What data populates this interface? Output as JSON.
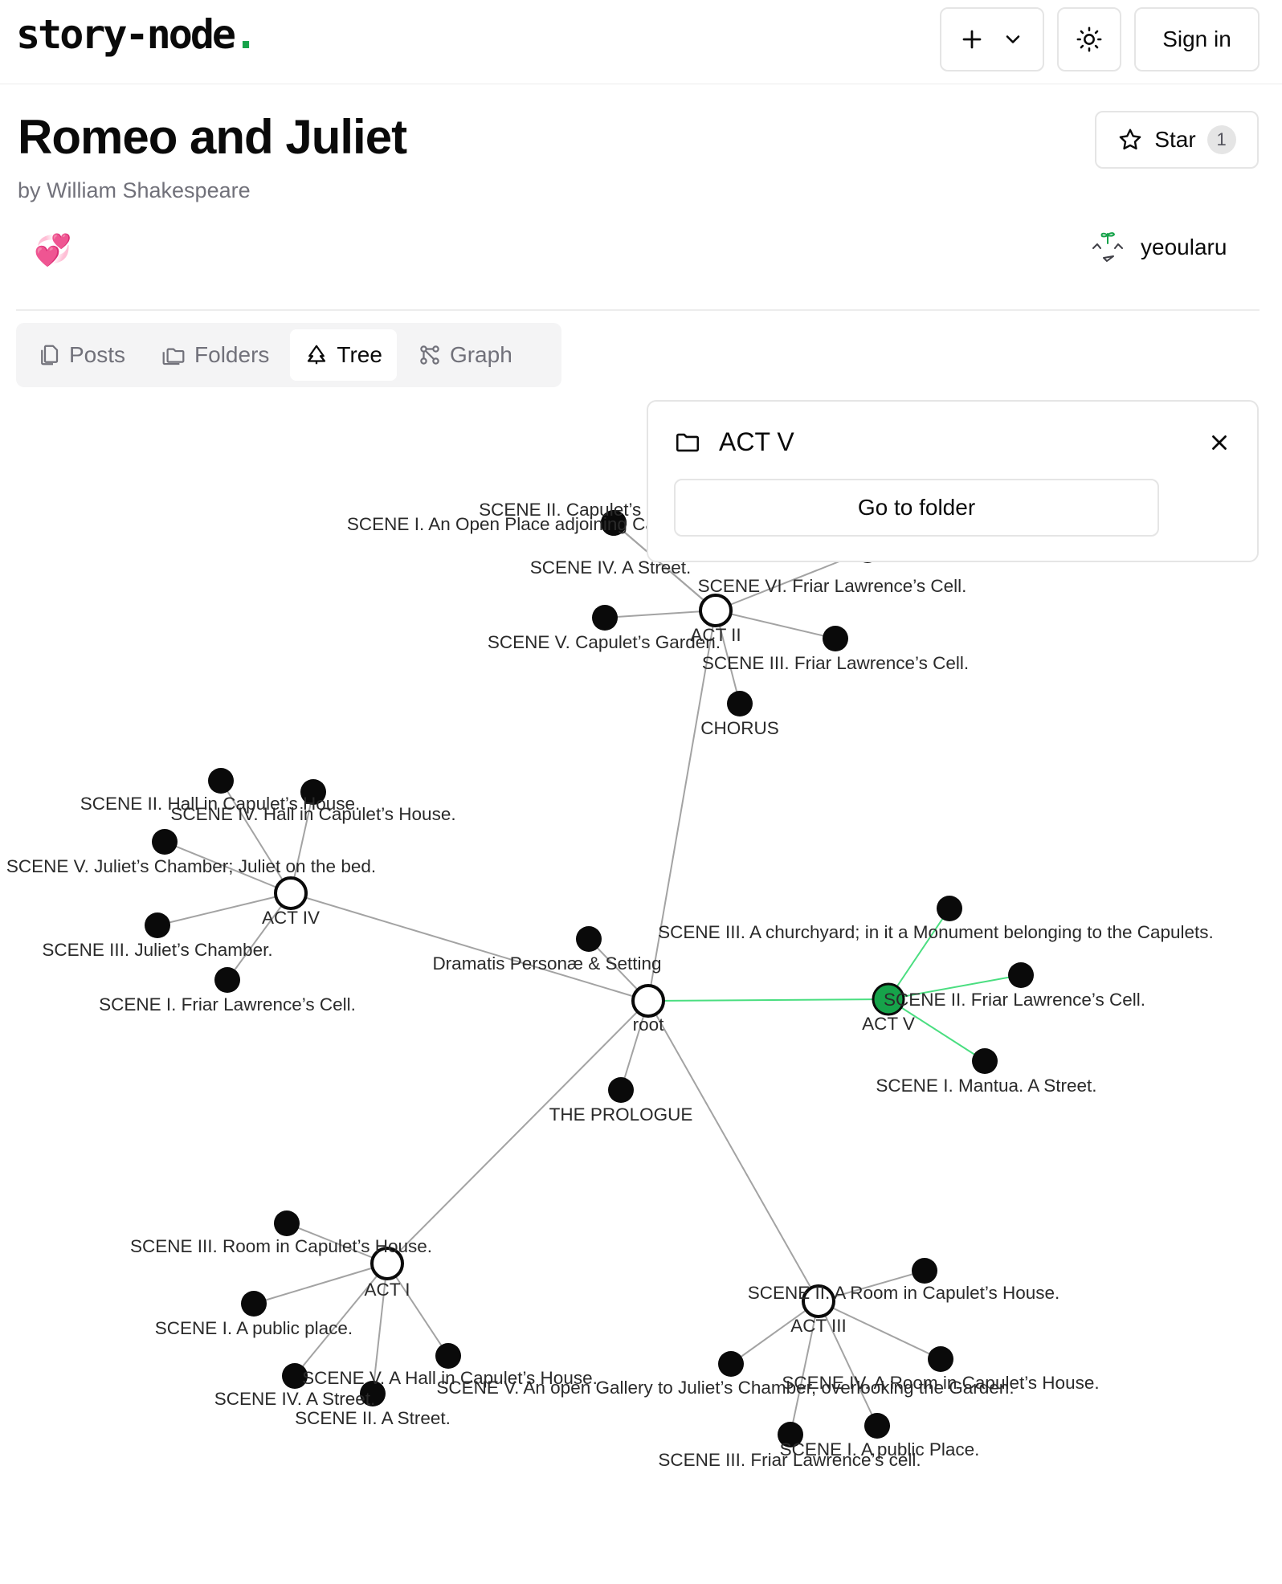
{
  "header": {
    "logo_text": "story-node",
    "logo_dot": ".",
    "new_icon": "plus-icon",
    "theme_icon": "sun-icon",
    "sign_in_label": "Sign in"
  },
  "story": {
    "title": "Romeo and Juliet",
    "author": "by William Shakespeare",
    "emoji": "💞",
    "star_label": "Star",
    "star_count": "1",
    "owner": "yeoularu"
  },
  "tabs": [
    {
      "label": "Posts",
      "icon": "file-icon",
      "active": false
    },
    {
      "label": "Folders",
      "icon": "folder-icon",
      "active": false
    },
    {
      "label": "Tree",
      "icon": "tree-icon",
      "active": true
    },
    {
      "label": "Graph",
      "icon": "graph-icon",
      "active": false
    }
  ],
  "popover": {
    "title": "ACT V",
    "button_label": "Go to folder"
  },
  "graph": {
    "nodes": [
      {
        "id": "root",
        "label": "root",
        "type": "folder"
      },
      {
        "id": "dp",
        "label": "Dramatis Personæ & Setting",
        "type": "post"
      },
      {
        "id": "prologue",
        "label": "THE PROLOGUE",
        "type": "post"
      },
      {
        "id": "act1",
        "label": "ACT I",
        "type": "folder"
      },
      {
        "id": "a1s1",
        "label": "SCENE I. A public place.",
        "type": "post"
      },
      {
        "id": "a1s2",
        "label": "SCENE II. A Street.",
        "type": "post"
      },
      {
        "id": "a1s3",
        "label": "SCENE III. Room in Capulet’s House.",
        "type": "post"
      },
      {
        "id": "a1s4",
        "label": "SCENE IV. A Street.",
        "type": "post"
      },
      {
        "id": "a1s5",
        "label": "SCENE V. A Hall in Capulet’s House.",
        "type": "post"
      },
      {
        "id": "act2",
        "label": "ACT II",
        "type": "folder"
      },
      {
        "id": "chorus",
        "label": "CHORUS",
        "type": "post"
      },
      {
        "id": "a2s1",
        "label": "SCENE I. An Open Place adjoining Capulet’s Garden.",
        "type": "post"
      },
      {
        "id": "a2s2",
        "label": "SCENE II. Capulet’s Garden.",
        "type": "post"
      },
      {
        "id": "a2s3",
        "label": "SCENE III. Friar Lawrence’s Cell.",
        "type": "post"
      },
      {
        "id": "a2s4",
        "label": "SCENE IV. A Street.",
        "type": "post"
      },
      {
        "id": "a2s5",
        "label": "SCENE V. Capulet’s Garden.",
        "type": "post"
      },
      {
        "id": "a2s6",
        "label": "SCENE VI. Friar Lawrence’s Cell.",
        "type": "post"
      },
      {
        "id": "act3",
        "label": "ACT III",
        "type": "folder"
      },
      {
        "id": "a3s1",
        "label": "SCENE I. A public Place.",
        "type": "post"
      },
      {
        "id": "a3s2",
        "label": "SCENE II. A Room in Capulet’s House.",
        "type": "post"
      },
      {
        "id": "a3s3",
        "label": "SCENE III. Friar Lawrence’s cell.",
        "type": "post"
      },
      {
        "id": "a3s4",
        "label": "SCENE IV. A Room in Capulet’s House.",
        "type": "post"
      },
      {
        "id": "a3s5",
        "label": "SCENE V. An open Gallery to Juliet’s Chamber, overlooking the Garden.",
        "type": "post"
      },
      {
        "id": "act4",
        "label": "ACT IV",
        "type": "folder"
      },
      {
        "id": "a4s1",
        "label": "SCENE I. Friar Lawrence’s Cell.",
        "type": "post"
      },
      {
        "id": "a4s2",
        "label": "SCENE II. Hall in Capulet’s House.",
        "type": "post"
      },
      {
        "id": "a4s3",
        "label": "SCENE III. Juliet’s Chamber.",
        "type": "post"
      },
      {
        "id": "a4s4",
        "label": "SCENE IV. Hall in Capulet’s House.",
        "type": "post"
      },
      {
        "id": "a4s5",
        "label": "SCENE V. Juliet’s Chamber; Juliet on the bed.",
        "type": "post"
      },
      {
        "id": "act5",
        "label": "ACT V",
        "type": "folder",
        "selected": true
      },
      {
        "id": "a5s1",
        "label": "SCENE I. Mantua. A Street.",
        "type": "post"
      },
      {
        "id": "a5s2",
        "label": "SCENE II. Friar Lawrence’s Cell.",
        "type": "post"
      },
      {
        "id": "a5s3",
        "label": "SCENE III. A churchyard; in it a Monument belonging to the Capulets.",
        "type": "post"
      }
    ],
    "edges": [
      [
        "root",
        "dp"
      ],
      [
        "root",
        "prologue"
      ],
      [
        "root",
        "act1"
      ],
      [
        "root",
        "act2"
      ],
      [
        "root",
        "act3"
      ],
      [
        "root",
        "act4"
      ],
      [
        "root",
        "act5"
      ],
      [
        "act1",
        "a1s1"
      ],
      [
        "act1",
        "a1s2"
      ],
      [
        "act1",
        "a1s3"
      ],
      [
        "act1",
        "a1s4"
      ],
      [
        "act1",
        "a1s5"
      ],
      [
        "act2",
        "chorus"
      ],
      [
        "act2",
        "a2s1"
      ],
      [
        "act2",
        "a2s2"
      ],
      [
        "act2",
        "a2s3"
      ],
      [
        "act2",
        "a2s4"
      ],
      [
        "act2",
        "a2s5"
      ],
      [
        "act2",
        "a2s6"
      ],
      [
        "act3",
        "a3s1"
      ],
      [
        "act3",
        "a3s2"
      ],
      [
        "act3",
        "a3s3"
      ],
      [
        "act3",
        "a3s4"
      ],
      [
        "act3",
        "a3s5"
      ],
      [
        "act4",
        "a4s1"
      ],
      [
        "act4",
        "a4s2"
      ],
      [
        "act4",
        "a4s3"
      ],
      [
        "act4",
        "a4s4"
      ],
      [
        "act4",
        "a4s5"
      ],
      [
        "act5",
        "a5s1"
      ],
      [
        "act5",
        "a5s2"
      ],
      [
        "act5",
        "a5s3"
      ]
    ],
    "colors": {
      "edge": "#a3a3a3",
      "highlight_edge": "#4ade80",
      "selected": "#16a34a",
      "post": "#0a0a0a"
    }
  }
}
